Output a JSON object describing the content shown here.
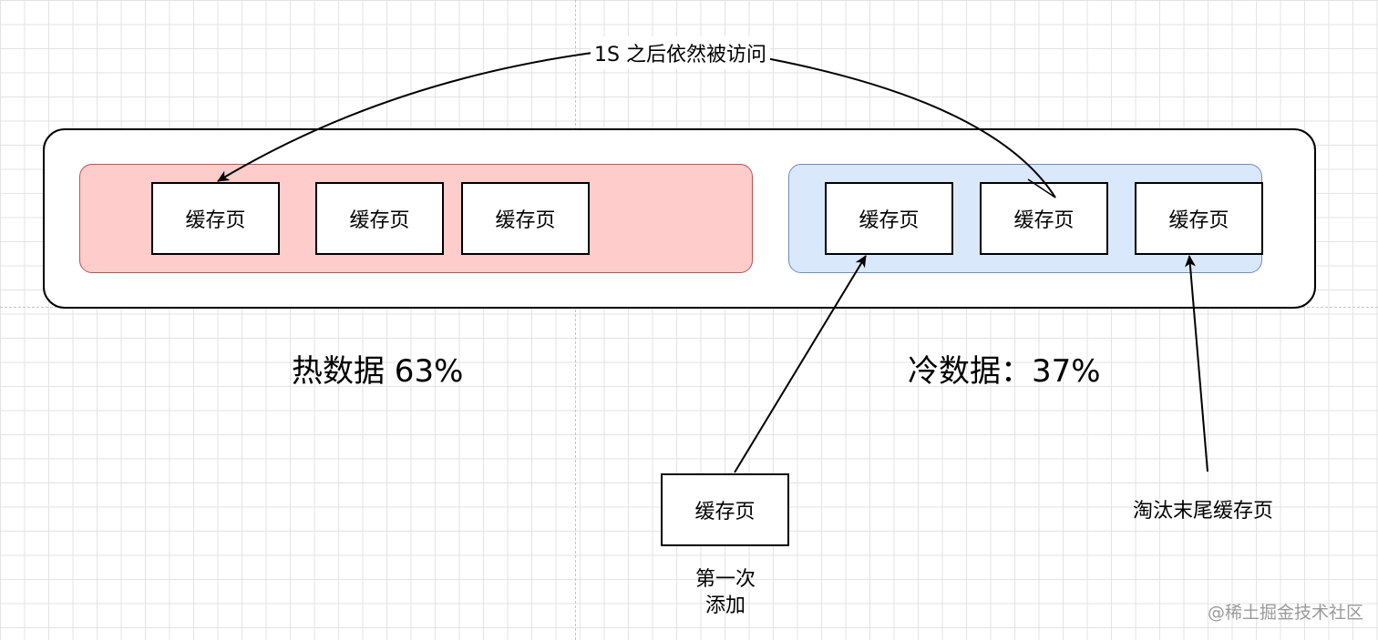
{
  "colors": {
    "hot_fill": "#ffcccc",
    "hot_stroke": "#b85450",
    "cold_fill": "#dae8fc",
    "cold_stroke": "#6c8ebf"
  },
  "hot_region": {
    "pages": [
      "缓存页",
      "缓存页",
      "缓存页"
    ],
    "label": "热数据 63%"
  },
  "cold_region": {
    "pages": [
      "缓存页",
      "缓存页",
      "缓存页"
    ],
    "label": "冷数据：37%"
  },
  "access_arrow": {
    "label": "1S 之后依然被访问"
  },
  "new_page": {
    "label": "缓存页",
    "caption_line1": "第一次",
    "caption_line2": "添加"
  },
  "evict": {
    "label": "淘汰末尾缓存页"
  },
  "watermark": "@稀土掘金技术社区"
}
